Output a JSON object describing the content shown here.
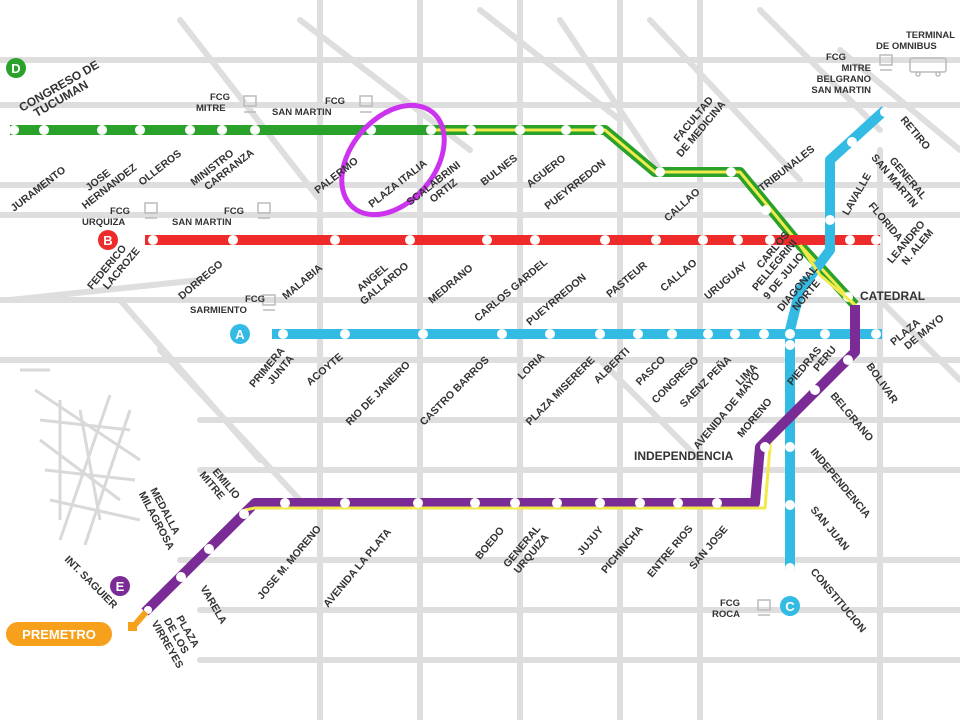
{
  "colors": {
    "line_d": "#2aa12a",
    "line_b": "#ee2b2b",
    "line_a": "#33bbe3",
    "line_e": "#7a2b96",
    "line_c": "#33bbe3",
    "overlay": "#f2e94a",
    "highlight": "#cc33ee",
    "premetro": "#f7a01c",
    "streets": "#dedede"
  },
  "lines": {
    "d": "D",
    "b": "B",
    "a": "A",
    "e": "E",
    "c": "C",
    "premetro": "PREMETRO"
  },
  "stations": {
    "congreso_de_tucuman": [
      "CONGRESO DE",
      "TUCUMAN"
    ],
    "juramento": "JURAMENTO",
    "jose_hernandez": [
      "JOSE",
      "HERNANDEZ"
    ],
    "olleros": "OLLEROS",
    "ministro_carranza": [
      "MINISTRO",
      "CARRANZA"
    ],
    "palermo": "PALERMO",
    "plaza_italia": "PLAZA ITALIA",
    "scalabrini_ortiz": [
      "SCALABRINI",
      "ORTIZ"
    ],
    "bulnes": "BULNES",
    "aguero": "AGUERO",
    "pueyrredon_d": "PUEYRREDON",
    "facultad_de_medicina": [
      "FACULTAD",
      "DE MEDICINA"
    ],
    "callao_d": "CALLAO",
    "tribunales": "TRIBUNALES",
    "federico_lacroze": [
      "FEDERICO",
      "LACROZE"
    ],
    "dorrego": "DORREGO",
    "malabia": "MALABIA",
    "angel_gallardo": [
      "ANGEL",
      "GALLARDO"
    ],
    "medrano": "MEDRANO",
    "carlos_gardel": "CARLOS GARDEL",
    "pueyrredon_b": "PUEYRREDON",
    "pasteur": "PASTEUR",
    "callao_b": "CALLAO",
    "uruguay": "URUGUAY",
    "carlos_pellegrini": [
      "CARLOS",
      "PELLEGRINI"
    ],
    "nueve_de_julio": [
      "9 DE JULIO"
    ],
    "diagonal_norte": [
      "DIAGONAL",
      "NORTE"
    ],
    "leandro_n_alem": [
      "LEANDRO",
      "N. ALEM"
    ],
    "primera_junta": [
      "PRIMERA",
      "JUNTA"
    ],
    "acoyte": "ACOYTE",
    "rio_de_janeiro": "RIO DE JANEIRO",
    "castro_barros": "CASTRO BARROS",
    "loria": "LORIA",
    "plaza_miserere": "PLAZA MISERERE",
    "alberti": "ALBERTI",
    "pasco": "PASCO",
    "congreso": "CONGRESO",
    "saenz_pena": "SAENZ PEÑA",
    "lima": "LIMA",
    "avenida_de_mayo": "AVENIDA DE MAYO",
    "piedras": "PIEDRAS",
    "peru": "PERU",
    "catedral": "CATEDRAL",
    "plaza_de_mayo": [
      "PLAZA",
      "DE MAYO"
    ],
    "bolivar": "BOLIVAR",
    "belgrano": "BELGRANO",
    "moreno": "MORENO",
    "independencia_e": "INDEPENDENCIA",
    "independencia_c": "INDEPENDENCIA",
    "san_juan": "SAN JUAN",
    "constitucion": "CONSTITUCION",
    "retiro": "RETIRO",
    "general_san_martin": [
      "GENERAL",
      "SAN MARTIN"
    ],
    "lavalle": "LAVALLE",
    "florida": "FLORIDA",
    "emilio_mitre": [
      "EMILIO",
      "MITRE"
    ],
    "medalla_milagrosa": [
      "MEDALLA",
      "MILAGROSA"
    ],
    "varela": "VARELA",
    "int_saguier": "INT. SAGUIER",
    "plaza_de_los_virreyes": [
      "PLAZA",
      "DE LOS",
      "VIRREYES"
    ],
    "jose_m_moreno": "JOSE M. MORENO",
    "avenida_la_plata": "AVENIDA LA PLATA",
    "boedo": "BOEDO",
    "general_urquiza": [
      "GENERAL",
      "URQUIZA"
    ],
    "jujuy": "JUJUY",
    "pichincha": "PICHINCHA",
    "entre_rios": "ENTRE RIOS",
    "san_jose": "SAN JOSE"
  },
  "rail": {
    "mitre_d": [
      "FCG",
      "MITRE"
    ],
    "san_martin_d": [
      "FCG",
      "SAN MARTIN"
    ],
    "urquiza_b": [
      "FCG",
      "URQUIZA"
    ],
    "san_martin_b": [
      "FCG",
      "SAN MARTIN"
    ],
    "sarmiento_a": [
      "FCG",
      "SARMIENTO"
    ],
    "roca_c": [
      "FCG",
      "ROCA"
    ],
    "retiro_rail": [
      "FCG",
      "MITRE",
      "BELGRANO",
      "SAN MARTIN"
    ],
    "terminal_omnibus": [
      "TERMINAL",
      "DE OMNIBUS"
    ]
  },
  "icons": {
    "train": "train-icon",
    "bus": "bus-icon"
  }
}
